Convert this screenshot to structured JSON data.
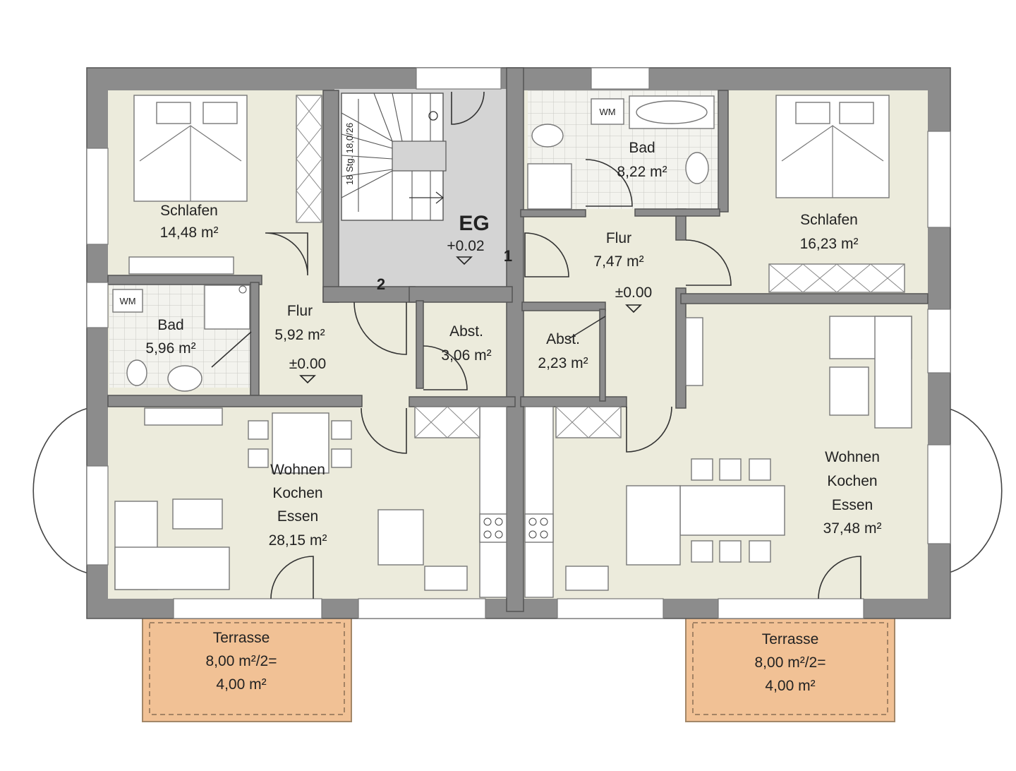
{
  "plan": {
    "level": "EG",
    "level_height": "+0.02",
    "markers": {
      "one": "1",
      "two": "2"
    },
    "stair_note": "18 Stg. 18,0/26",
    "appliance": "WM",
    "rooms": {
      "schlafen_left": {
        "name": "Schlafen",
        "area": "14,48 m²"
      },
      "schlafen_right": {
        "name": "Schlafen",
        "area": "16,23 m²"
      },
      "bad_left": {
        "name": "Bad",
        "area": "5,96 m²"
      },
      "bad_right": {
        "name": "Bad",
        "area": "8,22 m²"
      },
      "flur_left": {
        "name": "Flur",
        "area": "5,92 m²",
        "height": "±0.00"
      },
      "flur_right": {
        "name": "Flur",
        "area": "7,47 m²",
        "height": "±0.00"
      },
      "abst_left": {
        "name": "Abst.",
        "area": "3,06 m²"
      },
      "abst_right": {
        "name": "Abst.",
        "area": "2,23 m²"
      },
      "wohnen_left": {
        "line1": "Wohnen",
        "line2": "Kochen",
        "line3": "Essen",
        "area": "28,15 m²"
      },
      "wohnen_right": {
        "line1": "Wohnen",
        "line2": "Kochen",
        "line3": "Essen",
        "area": "37,48 m²"
      }
    },
    "terraces": {
      "left": {
        "name": "Terrasse",
        "calc": "8,00 m²/2=",
        "area": "4,00 m²"
      },
      "right": {
        "name": "Terrasse",
        "calc": "8,00 m²/2=",
        "area": "4,00 m²"
      }
    },
    "colors": {
      "floor": "#ecebdc",
      "wall": "#8c8c8c",
      "stair_hall": "#d4d4d4",
      "terrace": "#f1c195"
    }
  }
}
